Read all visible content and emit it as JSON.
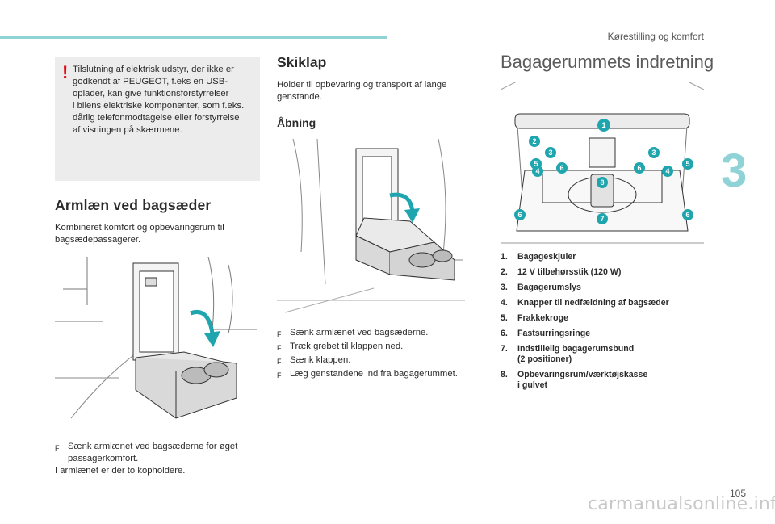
{
  "header": {
    "chapter": "Kørestilling og komfort",
    "tab_number": "3",
    "page_number": "105",
    "watermark": "carmanualsonline.info"
  },
  "warning": {
    "icon": "!",
    "text": "Tilslutning af elektrisk udstyr, der ikke er\ngodkendt af PEUGEOT, f.eks en USB-\noplader, kan give funktionsforstyrrelser\ni bilens elektriske komponenter, som f.eks.\ndårlig telefonmodtagelse eller forstyrrelse\naf visningen på skærmene."
  },
  "armlaen": {
    "title": "Armlæn ved bagsæder",
    "intro": "Kombineret komfort og opbevaringsrum til\nbagsædepassagerer.",
    "bullet_marker": "F",
    "bullets": [
      "Sænk armlænet ved bagsæderne for øget\npassagerkomfort."
    ],
    "note": "I armlænet er der to kopholdere."
  },
  "skiklap": {
    "title": "Skiklap",
    "intro": "Holder til opbevaring og transport af lange\ngenstande.",
    "subtitle": "Åbning",
    "bullet_marker": "F",
    "bullets": [
      "Sænk armlænet ved bagsæderne.",
      "Træk grebet til klappen ned.",
      "Sænk klappen.",
      "Læg genstandene ind fra bagagerummet."
    ]
  },
  "bagagerum": {
    "title": "Bagagerummets indretning",
    "callout_color": "#1fa5ad",
    "items": [
      {
        "num": "1.",
        "label": "Bagageskjuler"
      },
      {
        "num": "2.",
        "label": "12 V tilbehørsstik (120 W)"
      },
      {
        "num": "3.",
        "label": "Bagagerumslys"
      },
      {
        "num": "4.",
        "label": "Knapper til nedfældning af bagsæder"
      },
      {
        "num": "5.",
        "label": "Frakkekroge"
      },
      {
        "num": "6.",
        "label": "Fastsurringsringe"
      },
      {
        "num": "7.",
        "label": "Indstillelig bagagerumsbund\n(2 positioner)"
      },
      {
        "num": "8.",
        "label": "Opbevaringsrum/værktøjskasse\ni gulvet"
      }
    ],
    "callouts": [
      "1",
      "2",
      "3",
      "3",
      "4",
      "4",
      "5",
      "5",
      "6",
      "6",
      "6",
      "6",
      "7",
      "8"
    ]
  }
}
